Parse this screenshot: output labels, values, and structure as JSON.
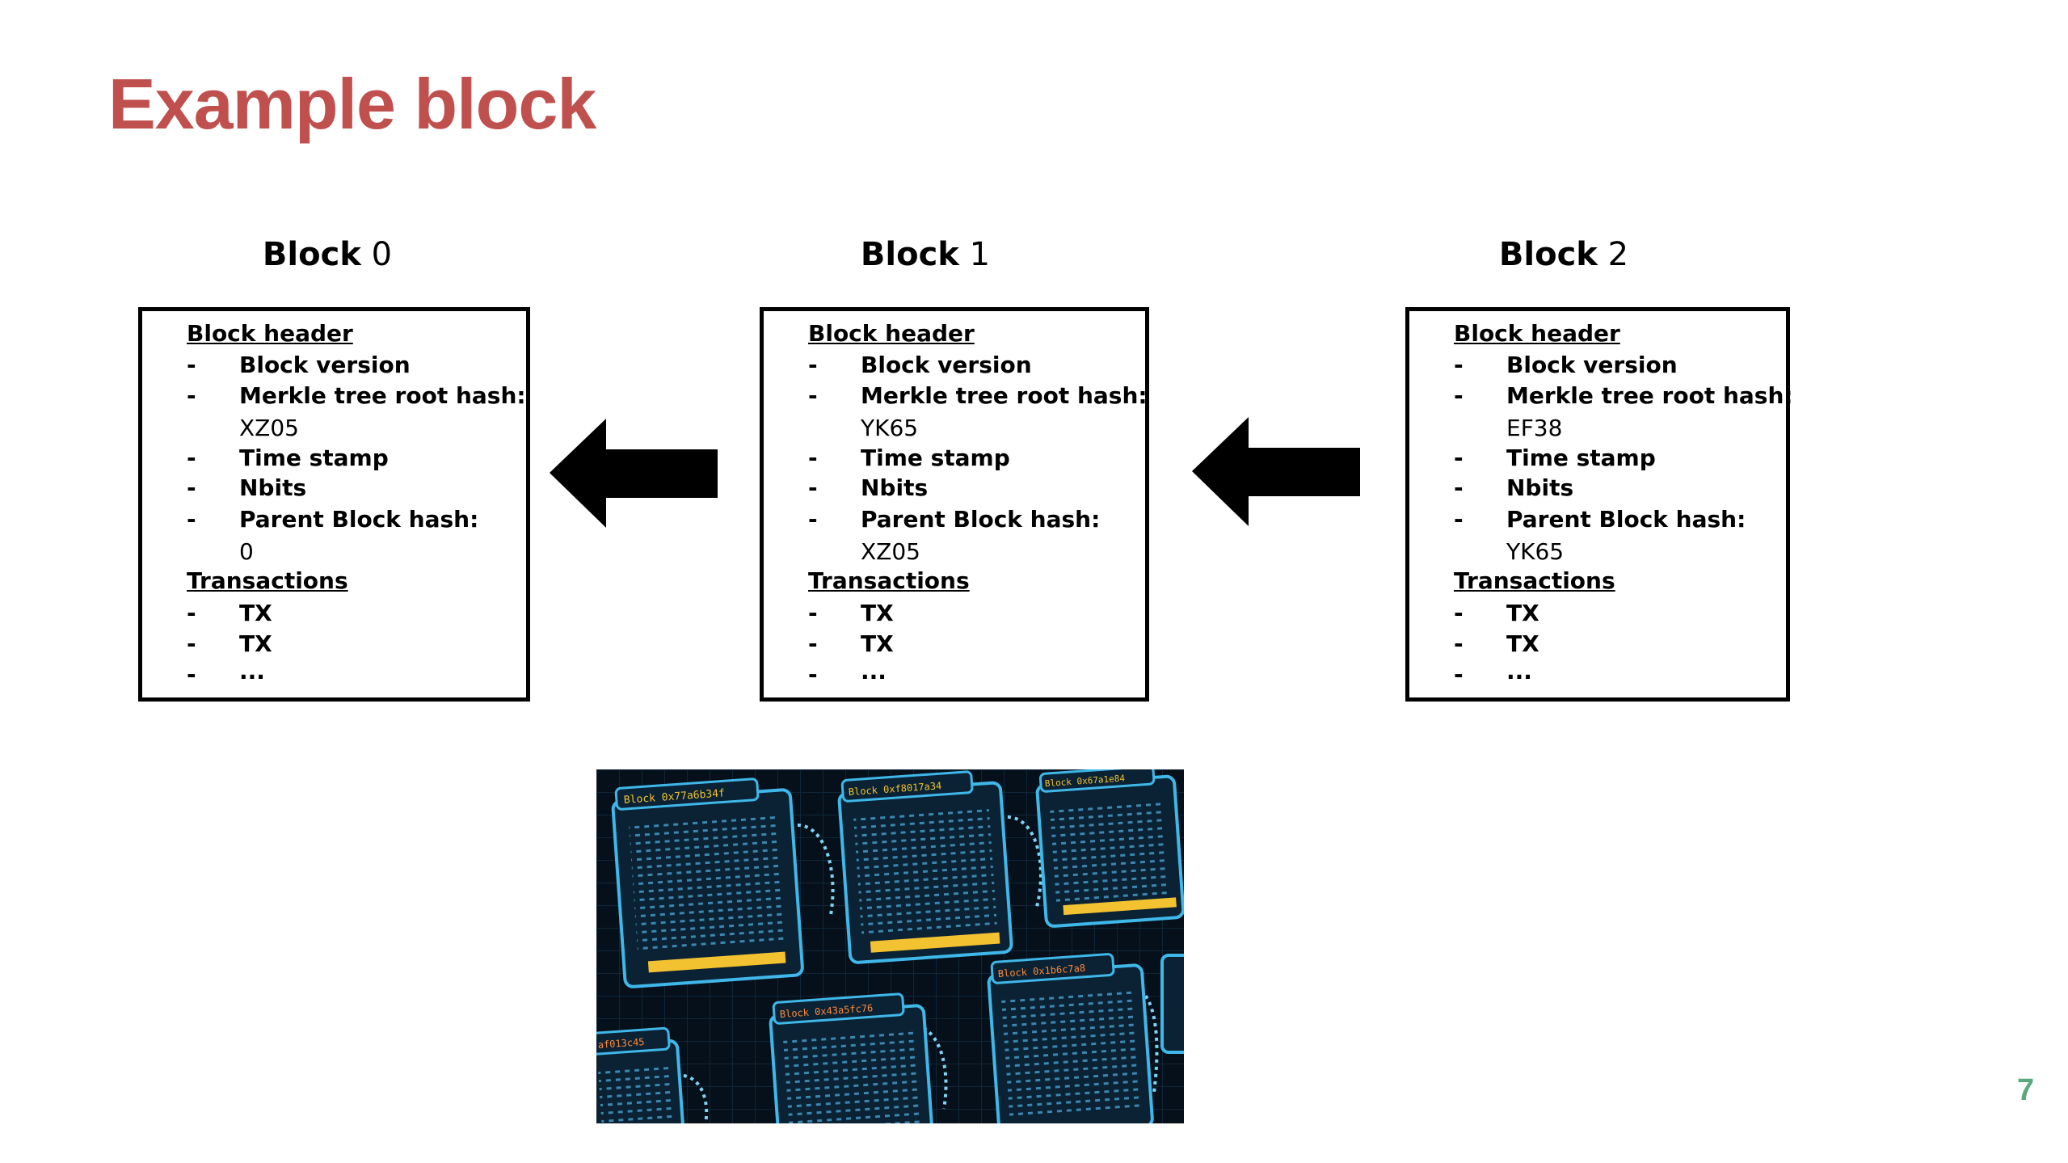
{
  "slide": {
    "title": "Example block",
    "page_number": "7"
  },
  "blocks": [
    {
      "title_bold": "Block",
      "title_num": " 0",
      "header_label": "Block header",
      "version": "Block version",
      "merkle": "Merkle tree root hash:",
      "merkle_value": "XZ05",
      "timestamp": "Time stamp",
      "nbits": "Nbits",
      "parent": "Parent Block hash:",
      "parent_value": "0",
      "transactions_label": "Transactions",
      "tx1": "TX",
      "tx2": "TX",
      "more": "...",
      "dash": "-"
    },
    {
      "title_bold": "Block",
      "title_num": " 1",
      "header_label": "Block header",
      "version": "Block version",
      "merkle": "Merkle tree root hash:",
      "merkle_value": "YK65",
      "timestamp": "Time stamp",
      "nbits": "Nbits",
      "parent": "Parent Block hash:",
      "parent_value": "XZ05",
      "transactions_label": "Transactions",
      "tx1": "TX",
      "tx2": "TX",
      "more": "...",
      "dash": "-"
    },
    {
      "title_bold": "Block",
      "title_num": " 2",
      "header_label": "Block header",
      "version": "Block version",
      "merkle": "Merkle tree root hash:",
      "merkle_value": "EF38",
      "timestamp": "Time stamp",
      "nbits": "Nbits",
      "parent": "Parent Block hash:",
      "parent_value": "YK65",
      "transactions_label": "Transactions",
      "tx1": "TX",
      "tx2": "TX",
      "more": "...",
      "dash": "-"
    }
  ],
  "arrows": {
    "icon": "arrow-left-icon",
    "color": "#000000"
  },
  "photo": {
    "block_labels": [
      "Block 0x77a6b34f",
      "Block 0xf8017a34",
      "Block 0x67a1e84",
      "Block 0x43a5fc76",
      "Block 0x1b6c7a8",
      "af013c45"
    ],
    "accent": "#f2c230",
    "line": "#3fb7e8"
  }
}
